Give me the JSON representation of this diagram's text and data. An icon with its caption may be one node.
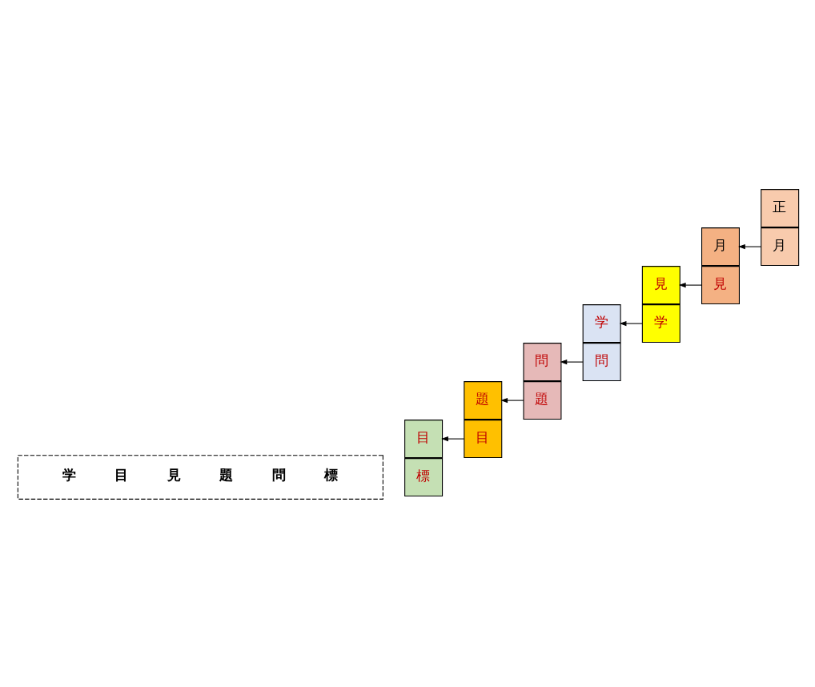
{
  "diagram": {
    "nodes": [
      {
        "text": [
          "正"
        ]
      },
      {
        "text": [
          "月"
        ]
      },
      {
        "text": [
          "月"
        ]
      },
      {
        "text": [
          "見"
        ]
      },
      {
        "text": [
          "見"
        ]
      },
      {
        "text": [
          "学"
        ]
      },
      {
        "text": [
          "学"
        ]
      },
      {
        "text": [
          "問"
        ]
      },
      {
        "text": [
          "問"
        ]
      },
      {
        "text": [
          "題"
        ]
      },
      {
        "text": [
          "題"
        ]
      },
      {
        "text": [
          "目"
        ]
      },
      {
        "text": [
          "目"
        ]
      },
      {
        "text": [
          "標"
        ]
      },
      {
        "text": [
          "学",
          "目",
          "見",
          "題",
          "問",
          "標"
        ]
      }
    ],
    "edges": [
      {
        "from": 1,
        "to": 2,
        "arrow": "to"
      },
      {
        "from": 3,
        "to": 4,
        "arrow": "to"
      },
      {
        "from": 5,
        "to": 6,
        "arrow": "to"
      },
      {
        "from": 7,
        "to": 8,
        "arrow": "to"
      },
      {
        "from": 9,
        "to": 10,
        "arrow": "to"
      },
      {
        "from": 11,
        "to": 12,
        "arrow": "to"
      }
    ]
  }
}
